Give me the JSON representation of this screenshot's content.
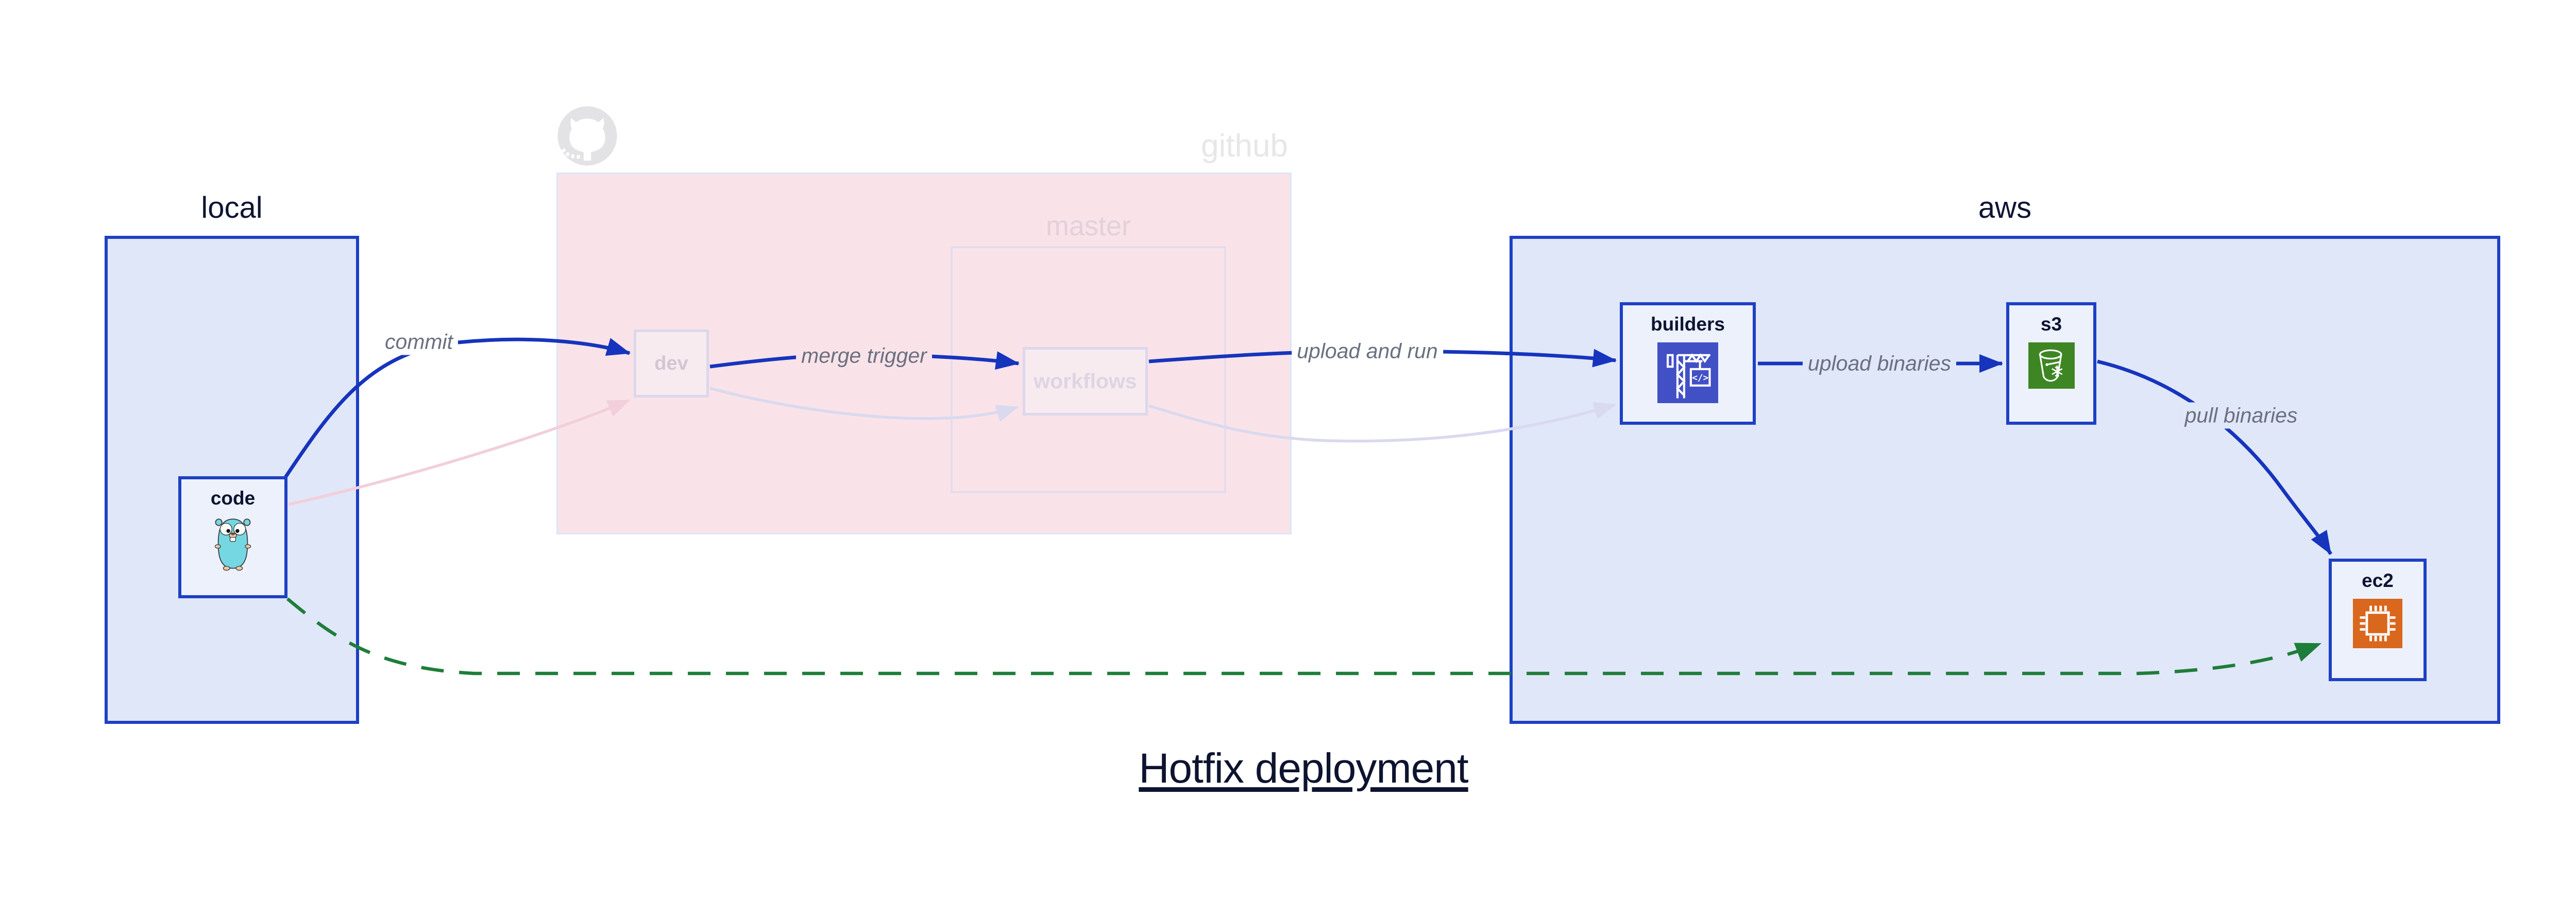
{
  "title": "Hotfix deployment",
  "groups": {
    "local": {
      "label": "local"
    },
    "github": {
      "label": "github",
      "master": {
        "label": "master"
      }
    },
    "aws": {
      "label": "aws"
    }
  },
  "nodes": {
    "code": {
      "label": "code",
      "icon": "go-gopher-icon"
    },
    "dev": {
      "label": "dev"
    },
    "workflows": {
      "label": "workflows"
    },
    "builders": {
      "label": "builders",
      "icon": "aws-codebuild-icon"
    },
    "s3": {
      "label": "s3",
      "icon": "aws-s3-bucket-icon"
    },
    "ec2": {
      "label": "ec2",
      "icon": "aws-ec2-icon"
    }
  },
  "edges": [
    {
      "from": "code",
      "to": "dev",
      "label": "commit",
      "style": "solid-blue"
    },
    {
      "from": "dev",
      "to": "workflows",
      "label": "merge trigger",
      "style": "solid-blue"
    },
    {
      "from": "workflows",
      "to": "builders",
      "label": "upload and run",
      "style": "solid-blue"
    },
    {
      "from": "builders",
      "to": "s3",
      "label": "upload binaries",
      "style": "solid-blue"
    },
    {
      "from": "s3",
      "to": "ec2",
      "label": "pull binaries",
      "style": "solid-blue"
    },
    {
      "from": "code",
      "to": "ec2",
      "label": "",
      "style": "dashed-green"
    },
    {
      "from": "code",
      "to": "dev",
      "label": "",
      "style": "faded-pink"
    },
    {
      "from": "dev",
      "to": "workflows",
      "label": "",
      "style": "faded-lavender"
    },
    {
      "from": "workflows",
      "to": "builders",
      "label": "",
      "style": "faded-lavender"
    }
  ],
  "colors": {
    "edge_blue": "#1634bd",
    "edge_green": "#1e7d3a",
    "edge_faded_pink": "#f2cfda",
    "edge_faded_lavender": "#d9d9ef",
    "container_fill": "#e0e7f8",
    "container_border": "#1d40c4",
    "github_region_fill": "#f9e3e9",
    "node_fill": "#edf1fb",
    "dark_text": "#0e1433",
    "edge_label_gray": "#6a7080",
    "codebuild_icon_bg": "#4250c6",
    "s3_icon_bg": "#3e8624",
    "ec2_icon_bg": "#d9671d",
    "gopher_teal": "#74d7e2"
  }
}
